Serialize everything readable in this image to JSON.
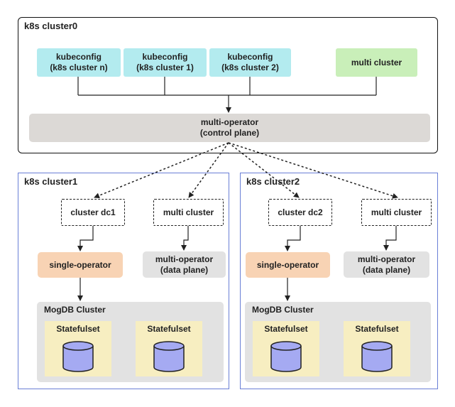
{
  "cluster0": {
    "title": "k8s cluster0",
    "kubeconfig_n": "kubeconfig\n(k8s cluster n)",
    "kubeconfig_1": "kubeconfig\n(k8s cluster 1)",
    "kubeconfig_2": "kubeconfig\n(k8s cluster 2)",
    "multi_cluster": "multi cluster",
    "operator": "multi-operator\n(control plane)"
  },
  "cluster1": {
    "title": "k8s cluster1",
    "cluster_dc": "cluster dc1",
    "multi_cluster": "multi cluster",
    "single_operator": "single-operator",
    "data_plane": "multi-operator\n(data plane)",
    "mogdb_title": "MogDB Cluster",
    "statefulset_a": "Statefulset",
    "statefulset_b": "Statefulset"
  },
  "cluster2": {
    "title": "k8s cluster2",
    "cluster_dc": "cluster dc2",
    "multi_cluster": "multi cluster",
    "single_operator": "single-operator",
    "data_plane": "multi-operator\n(data plane)",
    "mogdb_title": "MogDB Cluster",
    "statefulset_a": "Statefulset",
    "statefulset_b": "Statefulset"
  },
  "colors": {
    "cluster0_border": "#111111",
    "cluster_border": "#6a7fd6",
    "kubeconfig": "#b3ebef",
    "multi_cluster": "#c9efb9",
    "control_plane": "#dcd9d6",
    "single_operator": "#f8d3b4",
    "data_plane": "#e2e2e2",
    "statefulset": "#f7eec1",
    "database": "#a5aaf2"
  },
  "icons": {
    "database": "database-cylinder-icon"
  }
}
